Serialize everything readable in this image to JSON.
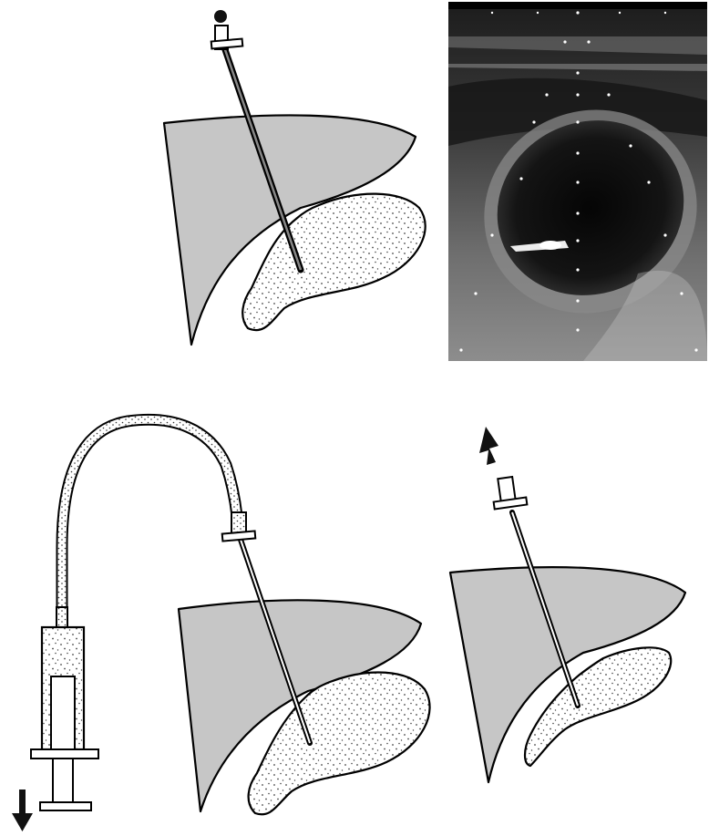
{
  "colors": {
    "tissue": "#c6c6c6",
    "fluid": "#ffffff",
    "stipple": "#444444",
    "ultrasound_bg": "#0e0e0e"
  },
  "panels": [
    {
      "name": "needle-insertion",
      "description_visible": false
    },
    {
      "name": "ultrasound-image"
    },
    {
      "name": "aspiration-with-syringe"
    },
    {
      "name": "needle-withdrawal"
    }
  ],
  "arrows": {
    "withdrawal_direction": "up",
    "plunger_direction": "down"
  }
}
